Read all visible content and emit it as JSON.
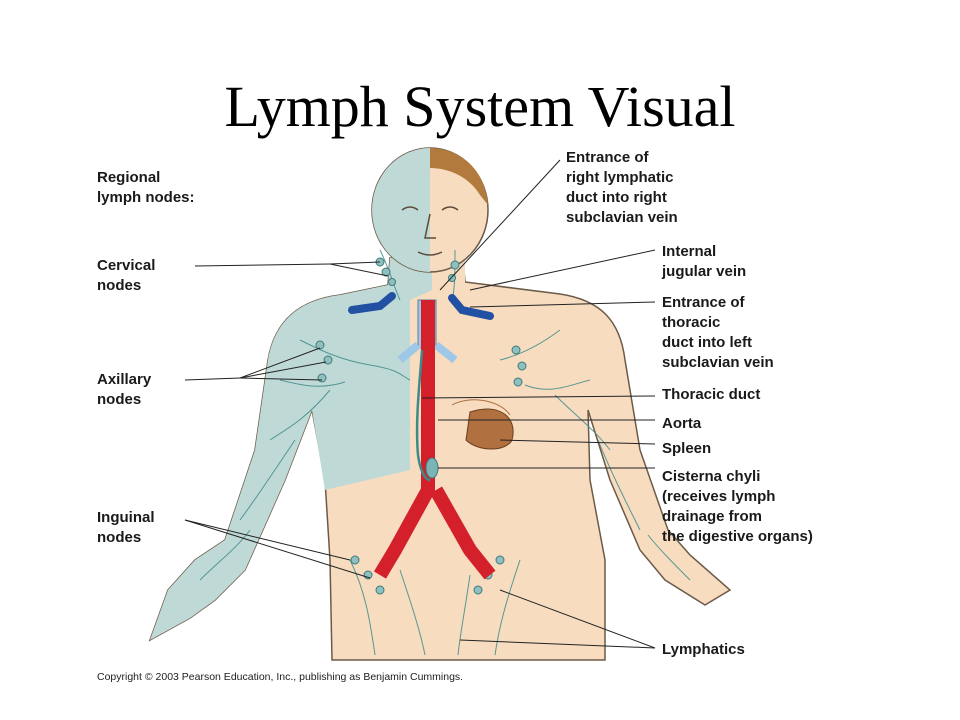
{
  "title": "Lymph System Visual",
  "left_labels": {
    "regional": [
      "Regional",
      "lymph nodes:"
    ],
    "cervical": [
      "Cervical",
      "nodes"
    ],
    "axillary": [
      "Axillary",
      "nodes"
    ],
    "inguinal": [
      "Inguinal",
      "nodes"
    ]
  },
  "right_labels": {
    "right_lymphatic": [
      "Entrance of",
      "right lymphatic",
      "duct into right",
      "subclavian vein"
    ],
    "jugular": [
      "Internal",
      "jugular vein"
    ],
    "thoracic_entrance": [
      "Entrance of",
      "thoracic",
      "duct into left",
      "subclavian vein"
    ],
    "thoracic_duct": [
      "Thoracic duct"
    ],
    "aorta": [
      "Aorta"
    ],
    "spleen": [
      "Spleen"
    ],
    "cisterna": [
      "Cisterna chyli",
      "(receives lymph",
      "drainage from",
      "the digestive organs)"
    ],
    "lymphatics": [
      "Lymphatics"
    ]
  },
  "copyright": "Copyright © 2003 Pearson Education, Inc., publishing as Benjamin Cummings.",
  "colors": {
    "skin": "#f7dcc0",
    "drained_region": "#bfdad6",
    "vessels": "#3e8a8a",
    "aorta": "#d3202a",
    "veins": "#2251a3",
    "spleen": "#b07040",
    "hair": "#b37a3e"
  }
}
